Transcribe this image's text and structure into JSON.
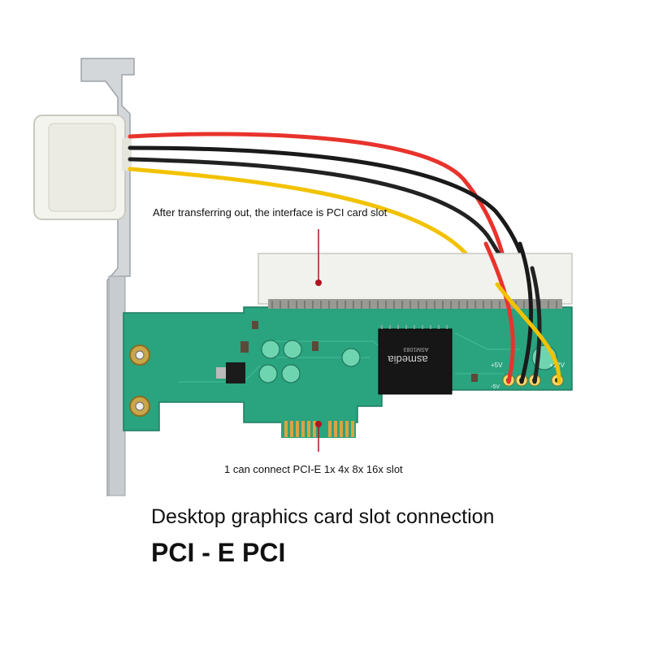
{
  "annotations": {
    "top": "After transferring out, the interface is PCI card slot",
    "bottom": "1 can connect PCI-E 1x 4x 8x 16x slot"
  },
  "headline": "Desktop graphics card slot connection",
  "product_name": "PCI - E PCI",
  "chip_label": "asmedia",
  "chip_model": "ASM1083",
  "pin_labels": [
    "+5V",
    "-5V",
    "+12V"
  ],
  "colors": {
    "pcb": "#2aa37f",
    "pci_slot": "#f1f1ee",
    "bracket": "#d4d7da",
    "wire_red": "#e8332c",
    "wire_black": "#1a1a1a",
    "wire_yellow": "#f2c200",
    "gold_contacts": "#d9a441",
    "marker": "#b0151f"
  }
}
